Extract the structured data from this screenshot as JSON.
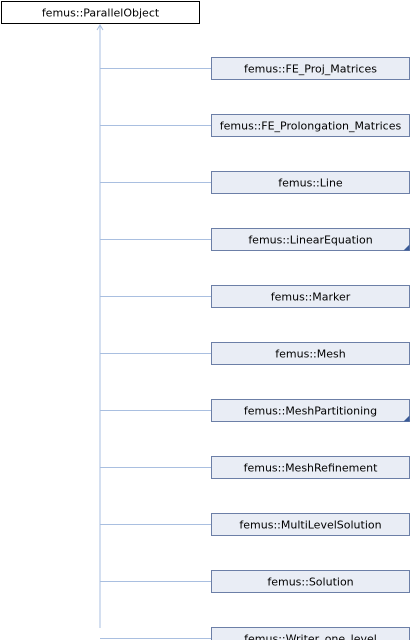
{
  "root": {
    "label": "femus::ParallelObject"
  },
  "children": [
    {
      "label": "femus::FE_Proj_Matrices",
      "has_more": false
    },
    {
      "label": "femus::FE_Prolongation_Matrices",
      "has_more": false
    },
    {
      "label": "femus::Line",
      "has_more": false
    },
    {
      "label": "femus::LinearEquation",
      "has_more": true
    },
    {
      "label": "femus::Marker",
      "has_more": false
    },
    {
      "label": "femus::Mesh",
      "has_more": false
    },
    {
      "label": "femus::MeshPartitioning",
      "has_more": true
    },
    {
      "label": "femus::MeshRefinement",
      "has_more": false
    },
    {
      "label": "femus::MultiLevelSolution",
      "has_more": false
    },
    {
      "label": "femus::Solution",
      "has_more": false
    },
    {
      "label": "femus::Writer_one_level",
      "has_more": false
    }
  ]
}
